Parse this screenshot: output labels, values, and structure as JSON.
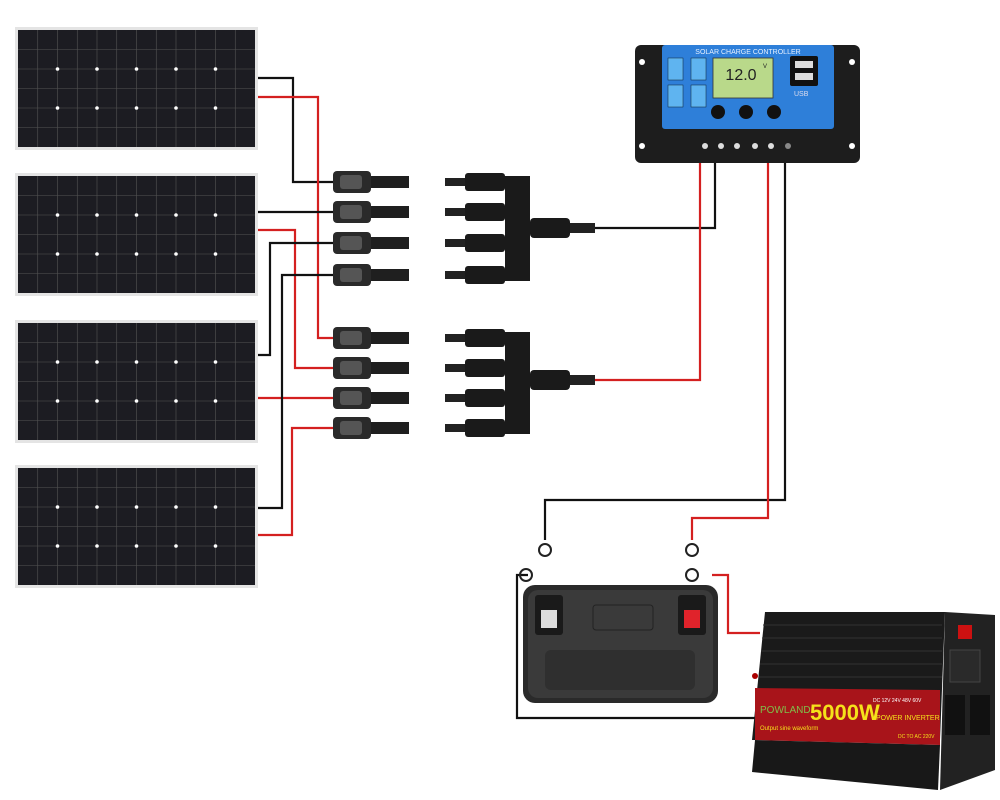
{
  "colors": {
    "positive_wire": "#d42020",
    "negative_wire": "#111111",
    "controller_blue": "#2e7fd9",
    "lcd": "#b9d98a",
    "inverter_red": "#a8141a",
    "inverter_yellow": "#f5e11a"
  },
  "panels": [
    {
      "name": "solar-panel-1"
    },
    {
      "name": "solar-panel-2"
    },
    {
      "name": "solar-panel-3"
    },
    {
      "name": "solar-panel-4"
    }
  ],
  "controller": {
    "title": "SOLAR CHARGE CONTROLLER",
    "lcd_value": "12.0",
    "lcd_unit": "V",
    "usb_label": "USB"
  },
  "inverter": {
    "brand": "POWLAND",
    "power": "5000W",
    "voltages": "DC 12V 24V 48V 60V",
    "type": "POWER INVERTER",
    "waveform": "Output sine waveform",
    "conversion": "DC TO AC 220V"
  }
}
